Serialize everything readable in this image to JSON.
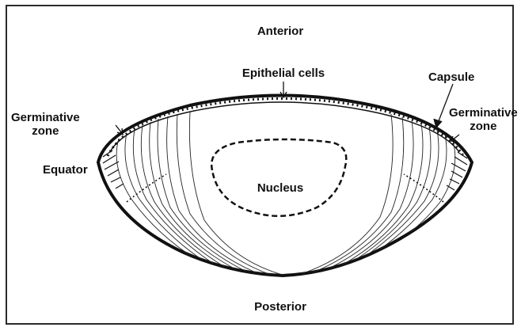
{
  "labels": {
    "anterior": "Anterior",
    "posterior": "Posterior",
    "epithelial_cells": "Epithelial cells",
    "capsule": "Capsule",
    "germinative_zone_left_line1": "Germinative",
    "germinative_zone_left_line2": "zone",
    "germinative_zone_right_line1": "Germinative",
    "germinative_zone_right_line2": "zone",
    "equator": "Equator",
    "nucleus": "Nucleus"
  },
  "colors": {
    "ink": "#111111",
    "background": "#ffffff"
  }
}
